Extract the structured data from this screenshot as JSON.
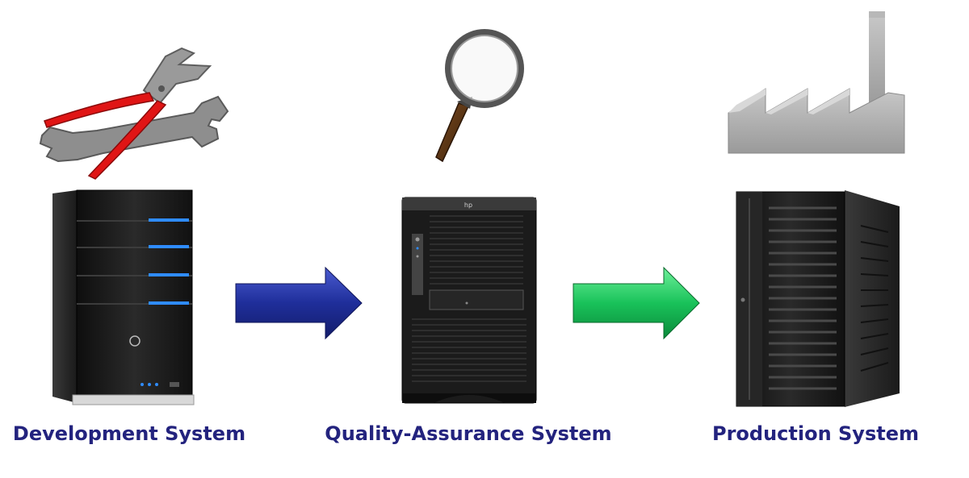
{
  "stages": [
    {
      "label": "Development System",
      "icon": "tools-icon",
      "server": "tower-server-blue-leds"
    },
    {
      "label": "Quality-Assurance System",
      "icon": "magnifying-glass-icon",
      "server": "tower-server-grille"
    },
    {
      "label": "Production System",
      "icon": "factory-icon",
      "server": "tower-server-production"
    }
  ],
  "arrows": [
    {
      "icon": "arrow-right-icon",
      "color": "#1f2e9a"
    },
    {
      "icon": "arrow-right-icon",
      "color": "#19c25a"
    }
  ],
  "colors": {
    "label_text": "#23237e",
    "led_blue": "#2f8cff",
    "plier_handle": "#e01515",
    "tool_gray": "#8c8c8c",
    "factory_gray": "#a8a8a8",
    "server_body": "#1c1c1c"
  }
}
